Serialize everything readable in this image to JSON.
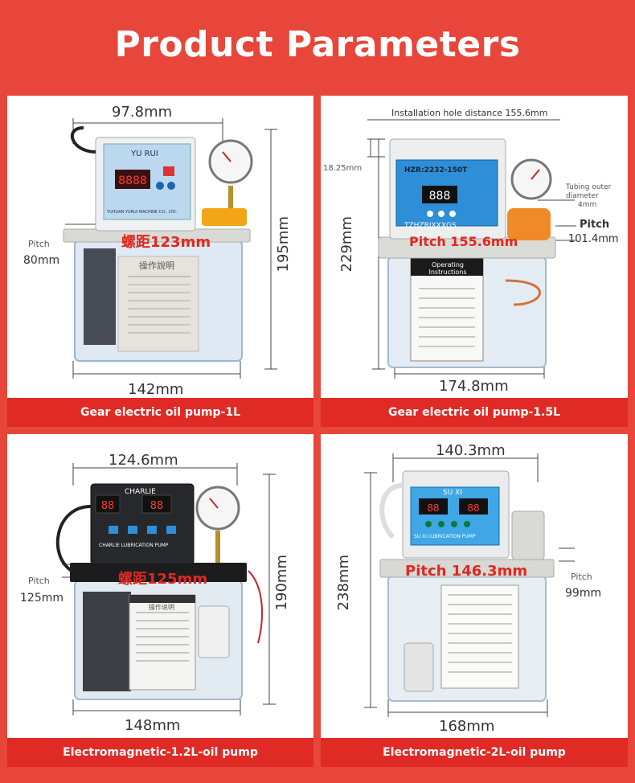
{
  "header": {
    "title": "Product Parameters"
  },
  "panels": [
    {
      "caption": "Gear electric oil pump-1L",
      "top_width": "97.8mm",
      "height": "195mm",
      "bottom_width": "142mm",
      "pitch_label": "Pitch",
      "pitch_value": "80mm",
      "screw_pitch": "螺距123mm",
      "brand": "YU RUI",
      "company": "YUHUAN YURUI MACHINE CO., LTD.",
      "instructions": "操作說明"
    },
    {
      "caption": "Gear electric oil pump-1.5L",
      "install_hole": "Installation hole distance 155.6mm",
      "small_dim": "18.25mm",
      "height": "229mm",
      "pitch_red": "Pitch 155.6mm",
      "tubing_label": "Tubing outer diameter",
      "tubing_value": "4mm",
      "pitch_label": "Pitch",
      "pitch_value": "101.4mm",
      "bottom_width": "174.8mm",
      "model": "HZR:2232-150T",
      "serial": "TZHZRJXXXGS",
      "instructions": "Operating Instructions"
    },
    {
      "caption": "Electromagnetic-1.2L-oil pump",
      "top_width": "124.6mm",
      "height": "190mm",
      "bottom_width": "148mm",
      "pitch_label": "Pitch",
      "pitch_value": "125mm",
      "screw_pitch": "螺距125mm",
      "brand": "CHARLIE",
      "brand_sub": "CHARLIE LUBRICATION PUMP",
      "instructions": "操作说明"
    },
    {
      "caption": "Electromagnetic-2L-oil pump",
      "top_width": "140.3mm",
      "height": "238mm",
      "bottom_width": "168mm",
      "pitch_label": "Pitch",
      "pitch_value": "99mm",
      "pitch_red": "Pitch 146.3mm",
      "brand": "SU XI",
      "brand_sub": "SU XI LUBRICATION PUMP"
    }
  ]
}
